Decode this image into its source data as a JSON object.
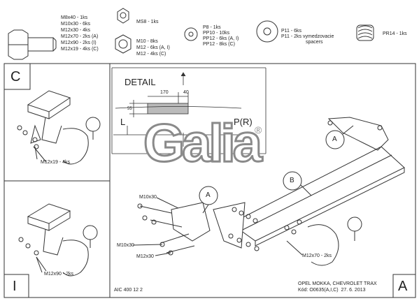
{
  "parts": {
    "bolt": {
      "lines": [
        "M8x40 - 1ks",
        "M10x30 - 6ks",
        "M12x30 - 4ks",
        "M12x70 - 2ks (A)",
        "M12x90 - 2ks (I)",
        "M12x19 - 4ks (C)"
      ]
    },
    "nut_small": {
      "text": "MS8 - 1ks"
    },
    "nut_large": {
      "lines": [
        "M10 - 8ks",
        "M12 - 6ks (A, I)",
        "M12 - 4ks (C)"
      ]
    },
    "washer_small": {
      "lines": [
        "P8 - 1ks",
        "PP10 - 10ks",
        "PP12 - 6ks (A, I)",
        "PP12 - 8ks (C)"
      ]
    },
    "washer_large": {
      "lines": [
        "P11 - 6ks",
        "P11 - 2ks vymedzovacie",
        "spacers"
      ]
    },
    "spring": {
      "text": "PR14 - 1ks"
    }
  },
  "variants": {
    "c_letter": "C",
    "c_bolt": "M12x19 - 4ks",
    "i_letter": "I",
    "i_bolt": "M12x90 - 2ks"
  },
  "detail": {
    "title": "DETAIL",
    "dim_170": "170",
    "dim_40": "40",
    "dim_55": "55",
    "label_l": "L",
    "label_pr": "P(R)"
  },
  "logo": {
    "text": "Galia",
    "mark": "®"
  },
  "main": {
    "callout_a": "A",
    "callout_b": "B",
    "callout_a2": "A",
    "bolt_m10x30_1": "M10x30",
    "bolt_m10x30_2": "M10x30",
    "bolt_m12x30": "M12x30",
    "bolt_m12x70": "M12x70 - 2ks"
  },
  "footer": {
    "code": "AIC 400 12 2",
    "vehicle": "OPEL MOKKA, CHEVROLET TRAX",
    "kod": "Kód: O0635(A,I,C)  27. 6. 2013",
    "letter": "A"
  }
}
